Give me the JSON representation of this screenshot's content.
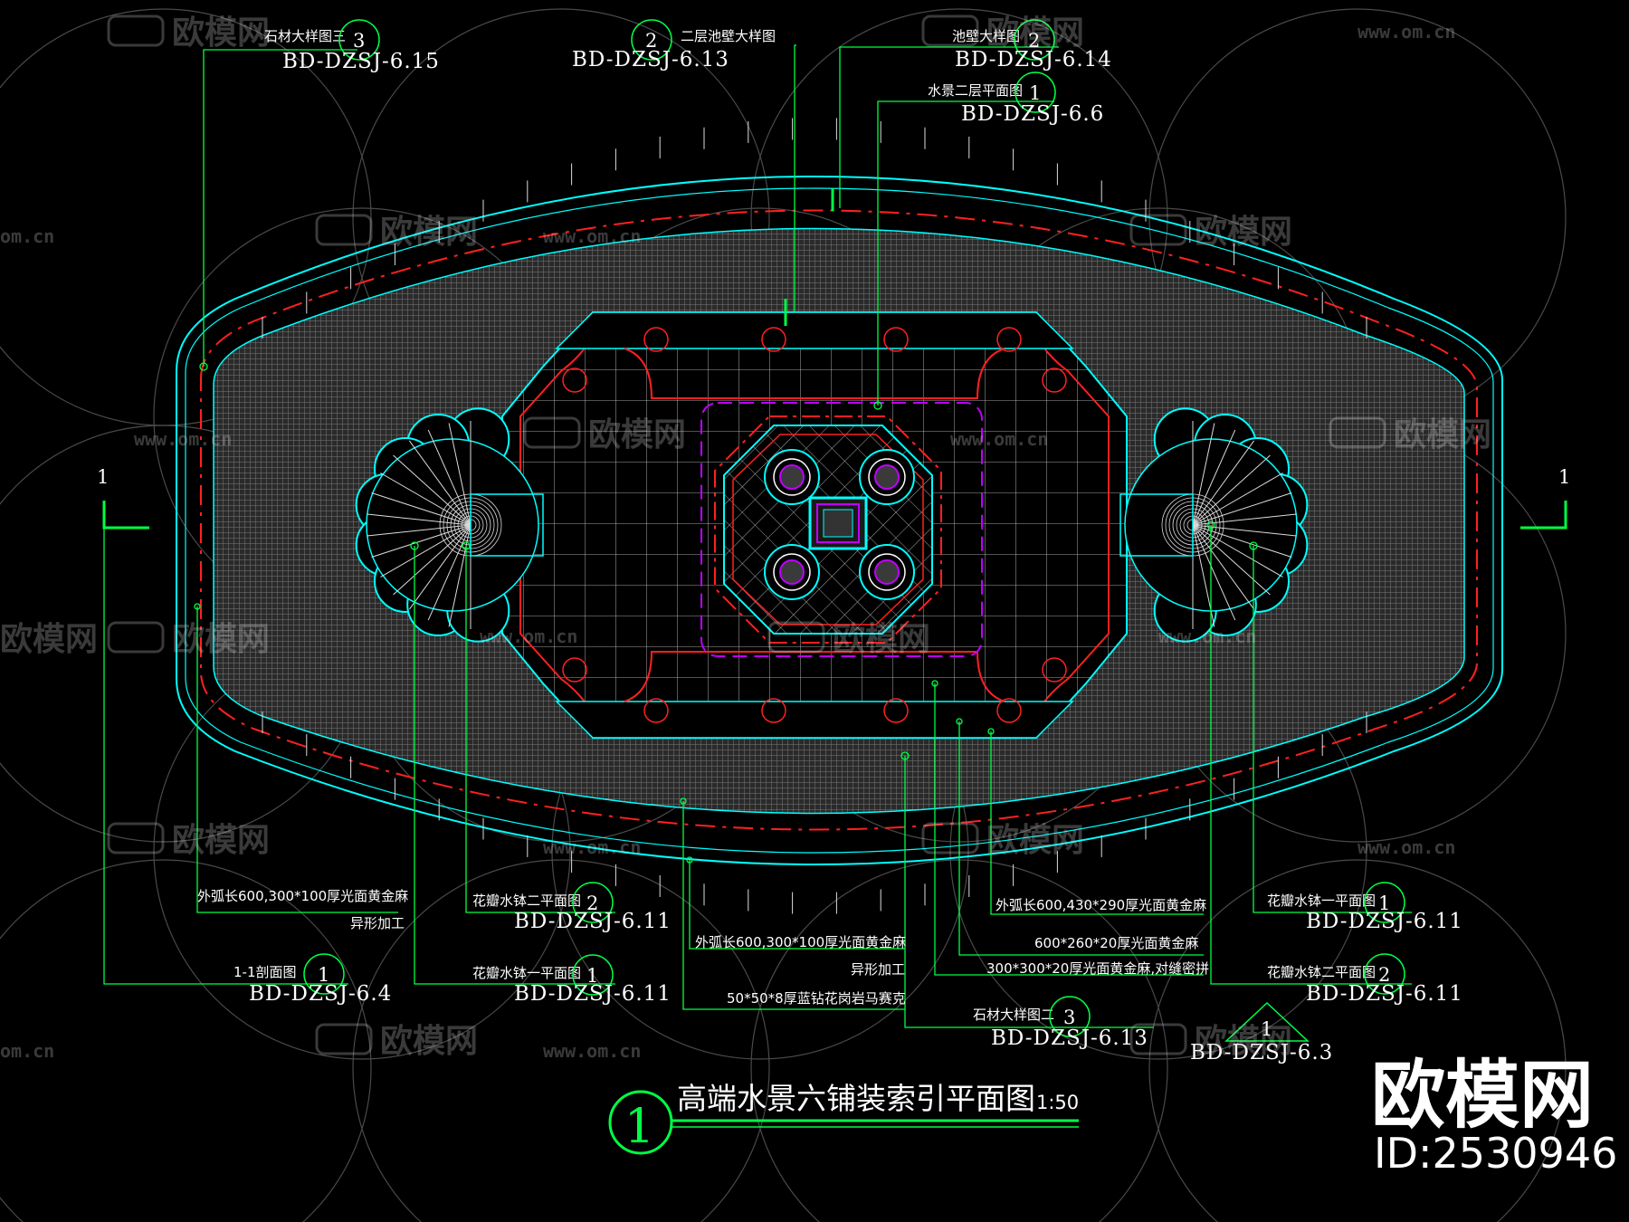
{
  "drawing": {
    "title": "高端水景六铺装索引平面图",
    "scale": "1:50",
    "number": "1"
  },
  "section_marks": {
    "left": "1",
    "right": "1"
  },
  "callouts": [
    {
      "id": "top-1",
      "label": "石材大样图三",
      "num": "3",
      "code": "BD-DZSJ-6.15"
    },
    {
      "id": "top-2",
      "label": "二层池壁大样图",
      "num": "2",
      "code": "BD-DZSJ-6.13"
    },
    {
      "id": "top-3",
      "label": "池壁大样图",
      "num": "2",
      "code": "BD-DZSJ-6.14"
    },
    {
      "id": "top-4",
      "label": "水景二层平面图",
      "num": "1",
      "code": "BD-DZSJ-6.6"
    },
    {
      "id": "bl-1",
      "label": "1-1剖面图",
      "num": "1",
      "code": "BD-DZSJ-6.4"
    },
    {
      "id": "bm-1",
      "label": "花瓣水钵二平面图",
      "num": "2",
      "code": "BD-DZSJ-6.11"
    },
    {
      "id": "bm-2",
      "label": "花瓣水钵一平面图",
      "num": "1",
      "code": "BD-DZSJ-6.11"
    },
    {
      "id": "br-1",
      "label": "花瓣水钵一平面图",
      "num": "1",
      "code": "BD-DZSJ-6.11"
    },
    {
      "id": "br-2",
      "label": "花瓣水钵二平面图",
      "num": "2",
      "code": "BD-DZSJ-6.11"
    },
    {
      "id": "bc-1",
      "label": "石材大样图二",
      "num": "3",
      "code": "BD-DZSJ-6.13"
    },
    {
      "id": "br-3",
      "label": "",
      "num": "1",
      "code": "BD-DZSJ-6.3"
    }
  ],
  "material_notes": [
    {
      "id": "m1",
      "lines": [
        "外弧长600,300*100厚光面黄金麻",
        "异形加工"
      ]
    },
    {
      "id": "m2",
      "lines": [
        "外弧长600,300*100厚光面黄金麻",
        "异形加工"
      ]
    },
    {
      "id": "m3",
      "lines": [
        "50*50*8厚蓝钻花岗岩马赛克"
      ]
    },
    {
      "id": "m4",
      "lines": [
        "外弧长600,430*290厚光面黄金麻"
      ]
    },
    {
      "id": "m5",
      "lines": [
        "600*260*20厚光面黄金麻"
      ]
    },
    {
      "id": "m6",
      "lines": [
        "300*300*20厚光面黄金麻,对缝密拼"
      ]
    }
  ],
  "watermark": {
    "logo_text": "欧模网",
    "url": "www.om.cn",
    "url_short": "om.cn"
  },
  "brand": {
    "name": "欧模网",
    "id": "ID:2530946"
  },
  "colors": {
    "background": "#000000",
    "cyan": "#00ffff",
    "white": "#ffffff",
    "red": "#ff2020",
    "green": "#00ff44",
    "magenta": "#c000ff",
    "grey_fill": "#6e6e6e"
  }
}
